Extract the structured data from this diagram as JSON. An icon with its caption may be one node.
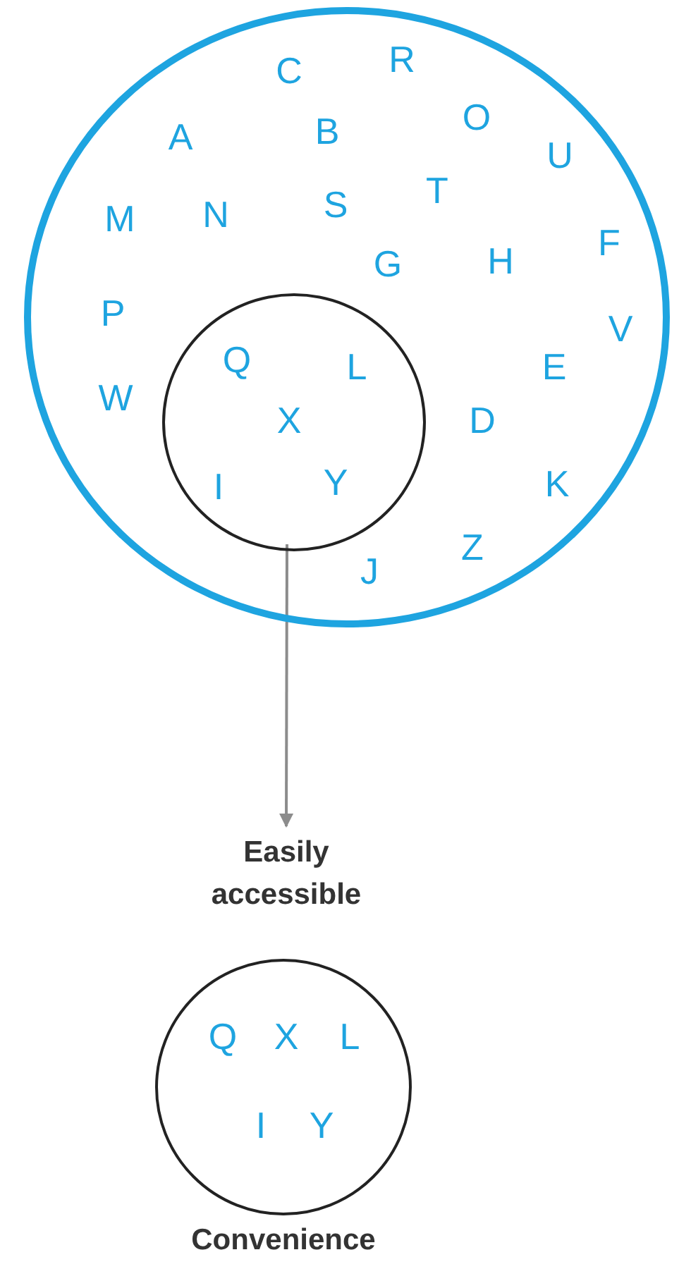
{
  "diagram": {
    "nodes": [
      {
        "text": [
          "R",
          "C",
          "O",
          "A",
          "B",
          "U",
          "M",
          "N",
          "S",
          "T",
          "F",
          "G",
          "H",
          "P",
          "V",
          "E",
          "W",
          "D",
          "K",
          "Z",
          "J"
        ]
      },
      {
        "text": [
          "Q",
          "L",
          "X",
          "I",
          "Y"
        ],
        "in": 0
      },
      {
        "text": [
          "Easily accessible"
        ]
      },
      {
        "text": [
          "Q",
          "X",
          "L",
          "I",
          "Y"
        ],
        "beside": [
          "Convenience"
        ]
      }
    ],
    "edges": [
      {
        "from": 1,
        "to": 2,
        "arrow": "to"
      }
    ]
  }
}
